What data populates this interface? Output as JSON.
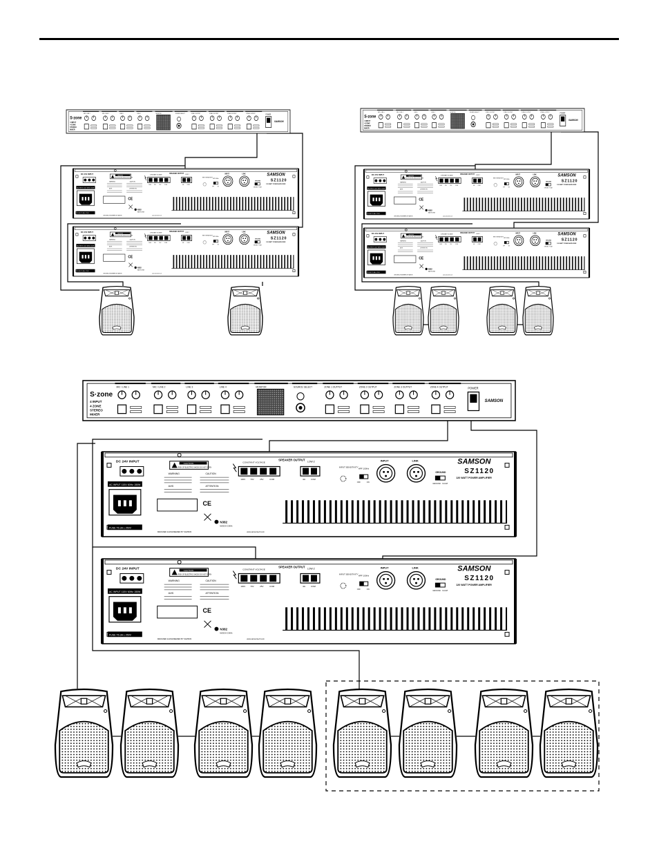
{
  "brand": {
    "amp_logo": "SAMSON",
    "amp_model": "SZ1120",
    "amp_subtitle": "120 WATT POWER AMPLIFIER",
    "mixer_logo": "S·zone",
    "mixer_subtitle_1": "4 INPUT",
    "mixer_subtitle_2": "4 ZONE",
    "mixer_subtitle_3": "STEREO",
    "mixer_subtitle_4": "MIXER",
    "mixer_brand": "SAMSON",
    "power_label": "POWER"
  },
  "mixer_sections": [
    "MIC / LINE 1",
    "MIC / LINE 2",
    "LINE 3",
    "LINE 4",
    "MONITOR",
    "SOURCE SELECT",
    "ZONE 1 OUTPUT",
    "ZONE 2 OUTPUT",
    "ZONE 3 OUTPUT",
    "ZONE 4 OUTPUT"
  ],
  "amp_panel": {
    "dc_input": "DC 24V INPUT",
    "ac_input": "AC INPUT",
    "ac_rating": "115V 60Hz 150W",
    "fuse": "FUSE T6.3A L 250V",
    "caution": "CAUTION",
    "caution_sub": "RISK OF ELECTRIC SHOCK DO NOT OPEN",
    "warning": "WARNING",
    "avis": "AVIS",
    "attention": "ATTENTION",
    "speaker_output": "SPEAKER OUTPUT",
    "constant_voltage": "CONSTANT VOLTAGE",
    "low_z": "LOW Z",
    "taps": [
      "100V",
      "70V",
      "25V",
      "COM"
    ],
    "lowz_taps": [
      "4Ω",
      "COM"
    ],
    "input_sens": "INPUT SENSITIVITY",
    "hpf": "HPF 100Hz",
    "hpf_states": [
      "OFF",
      "ON"
    ],
    "input": "INPUT",
    "link": "LINK",
    "ground": "GROUND",
    "ground_states": [
      "GROUND",
      "FLOAT"
    ],
    "ce": "CE",
    "n_code": "N382",
    "made_in": "MADE IN CHINA",
    "website": "www.samsontech.com",
    "footer": "DESIGNED & ENGINEERED BY SAMSON"
  }
}
